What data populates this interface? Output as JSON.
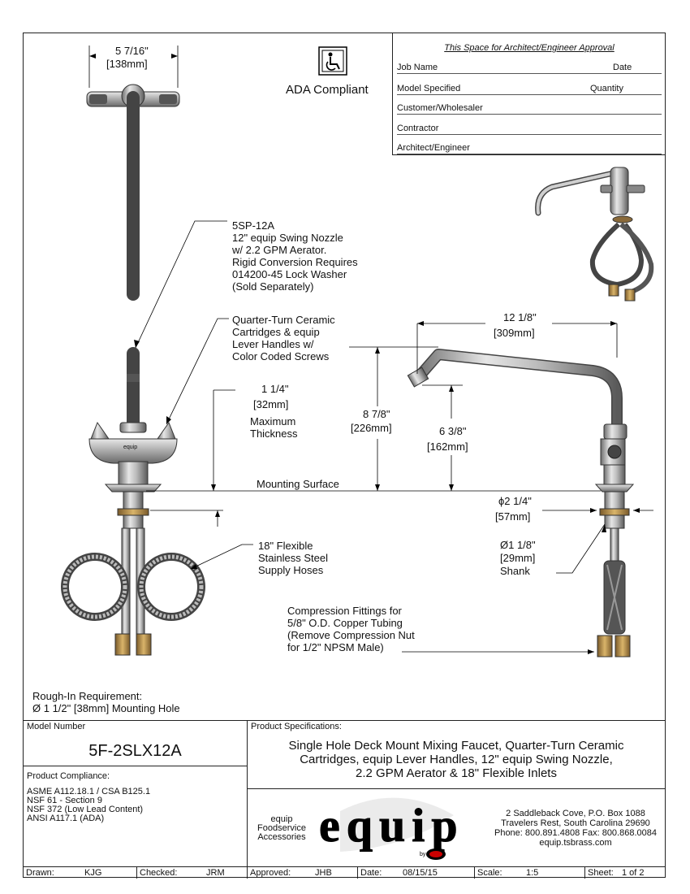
{
  "dimensions": {
    "top_width": "5 7/16\"",
    "top_width_mm": "[138mm]",
    "reach": "12 1/8\"",
    "reach_mm": "[309mm]",
    "height": "8 7/8\"",
    "height_mm": "[226mm]",
    "spout_height": "6 3/8\"",
    "spout_height_mm": "[162mm]",
    "thickness": "1 1/4\"",
    "thickness_mm": "[32mm]",
    "base_dia": "ϕ2 1/4\"",
    "base_dia_mm": "[57mm]",
    "shank_dia": "Ø1 1/8\"",
    "shank_dia_mm": "[29mm]"
  },
  "labels": {
    "ada": "ADA Compliant",
    "nozzle_callout": [
      "5SP-12A",
      "12\" equip Swing Nozzle",
      "w/ 2.2 GPM Aerator.",
      "Rigid Conversion Requires",
      "014200-45 Lock Washer",
      "(Sold Separately)"
    ],
    "cartridge_callout": [
      "Quarter-Turn Ceramic",
      "Cartridges & equip",
      "Lever Handles w/",
      "Color Coded Screws"
    ],
    "max_thickness": [
      "Maximum",
      "Thickness"
    ],
    "mounting_surface": "Mounting Surface",
    "shank": "Shank",
    "hoses_callout": [
      "18\" Flexible",
      "Stainless Steel",
      "Supply Hoses"
    ],
    "compression_callout": [
      "Compression Fittings for",
      "5/8\" O.D. Copper Tubing",
      "(Remove Compression Nut",
      "for 1/2\" NPSM Male)"
    ],
    "rough_in": [
      "Rough-In Requirement:",
      "Ø 1 1/2\" [38mm] Mounting Hole"
    ],
    "handle_brand": "equip"
  },
  "approval": {
    "header": "This Space for Architect/Engineer Approval",
    "job_name": "Job Name",
    "date": "Date",
    "model_specified": "Model Specified",
    "quantity": "Quantity",
    "customer": "Customer/Wholesaler",
    "contractor": "Contractor",
    "architect": "Architect/Engineer"
  },
  "title_block": {
    "model_number_label": "Model Number",
    "model_number": "5F-2SLX12A",
    "compliance_label": "Product Compliance:",
    "compliance": [
      "ASME A112.18.1 / CSA B125.1",
      "NSF 61 - Section 9",
      "NSF 372 (Low Lead Content)",
      "ANSI A117.1 (ADA)"
    ],
    "specs_label": "Product Specifications:",
    "specs": [
      "Single Hole Deck Mount Mixing Faucet, Quarter-Turn Ceramic",
      "Cartridges, equip Lever Handles, 12\" equip Swing Nozzle,",
      "2.2 GPM Aerator & 18\" Flexible Inlets"
    ],
    "brand_sub": [
      "equip",
      "Foodservice",
      "Accessories"
    ],
    "brand_logo": "equip",
    "brand_by": "by",
    "address": [
      "2 Saddleback Cove, P.O. Box 1088",
      "Travelers Rest, South Carolina 29690",
      "Phone: 800.891.4808  Fax: 800.868.0084",
      "equip.tsbrass.com"
    ]
  },
  "footer": {
    "drawn_label": "Drawn:",
    "drawn": "KJG",
    "checked_label": "Checked:",
    "checked": "JRM",
    "approved_label": "Approved:",
    "approved": "JHB",
    "date_label": "Date:",
    "date": "08/15/15",
    "scale_label": "Scale:",
    "scale": "1:5",
    "sheet_label": "Sheet:",
    "sheet": "1 of 2"
  }
}
